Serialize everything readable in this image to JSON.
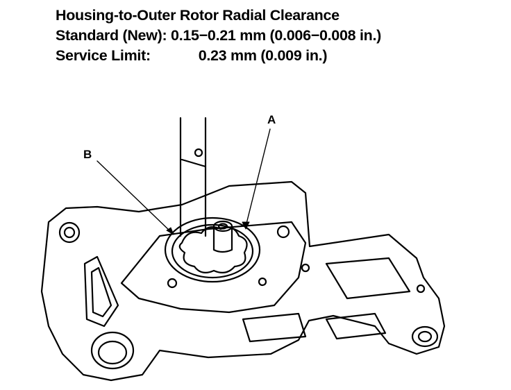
{
  "spec": {
    "title": "Housing-to-Outer Rotor Radial Clearance",
    "standard_label": "Standard (New):",
    "standard_value": "0.15−0.21 mm (0.006−0.008 in.)",
    "limit_label": "Service Limit:",
    "limit_value": "0.23 mm (0.009 in.)"
  },
  "callouts": {
    "a": "A",
    "b": "B"
  },
  "colors": {
    "ink": "#000000",
    "paper": "#ffffff"
  }
}
